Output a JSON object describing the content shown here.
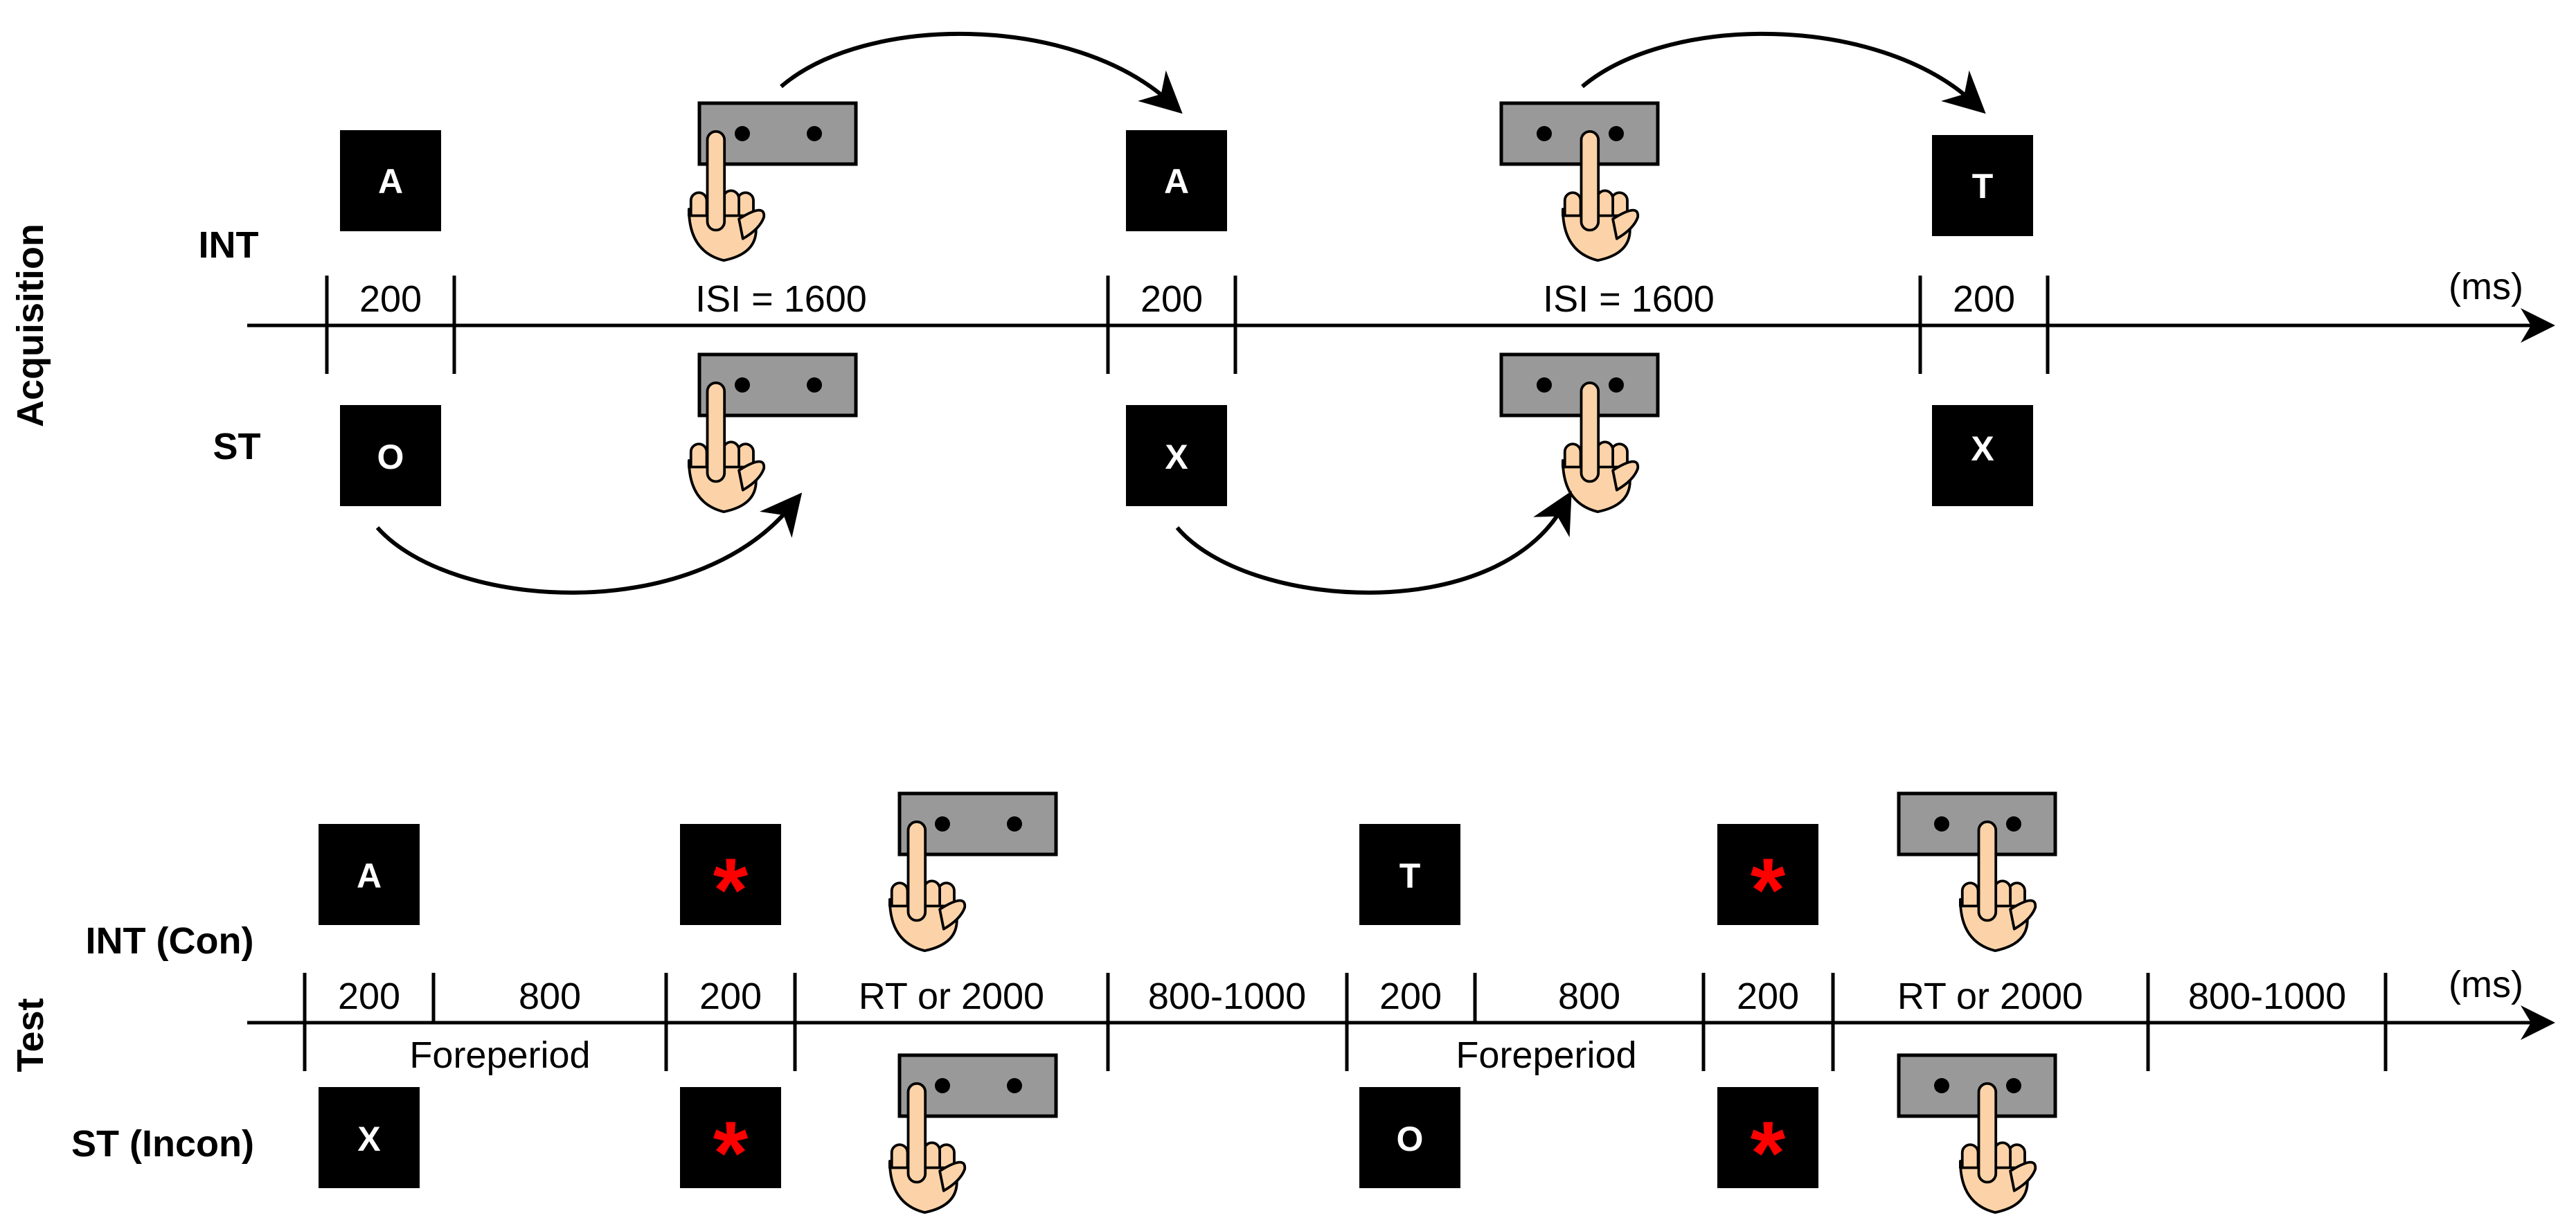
{
  "acquisition": {
    "section_label": "Acquisition",
    "row_int": "INT",
    "row_st": "ST",
    "unit": "(ms)",
    "durations": [
      "200",
      "ISI = 1600",
      "200",
      "ISI = 1600",
      "200"
    ],
    "int_stimuli": [
      "A",
      "A",
      "T"
    ],
    "st_stimuli": [
      "O",
      "X",
      "X"
    ],
    "int_press_keys": [
      "left",
      "right"
    ],
    "st_press_keys": [
      "left",
      "right"
    ]
  },
  "test": {
    "section_label": "Test",
    "row_int": "INT (Con)",
    "row_st": "ST (Incon)",
    "unit": "(ms)",
    "durations": [
      "200",
      "800",
      "200",
      "RT or 2000",
      "800-1000",
      "200",
      "800",
      "200",
      "RT or 2000",
      "800-1000"
    ],
    "foreperiod_label": "Foreperiod",
    "int_stimuli": [
      "A",
      "T"
    ],
    "st_stimuli": [
      "X",
      "O"
    ],
    "target_symbol": "*",
    "int_press_keys": [
      "left",
      "right"
    ],
    "st_press_keys": [
      "left",
      "right"
    ]
  },
  "colors": {
    "stimulus_bg": "#000000",
    "stimulus_text": "#ffffff",
    "target": "#ff0000",
    "keyboard": "#999999",
    "hand": "#fcd3a8"
  },
  "icons": [
    "hand-press-icon",
    "response-keyboard-icon",
    "arrow-icon"
  ]
}
